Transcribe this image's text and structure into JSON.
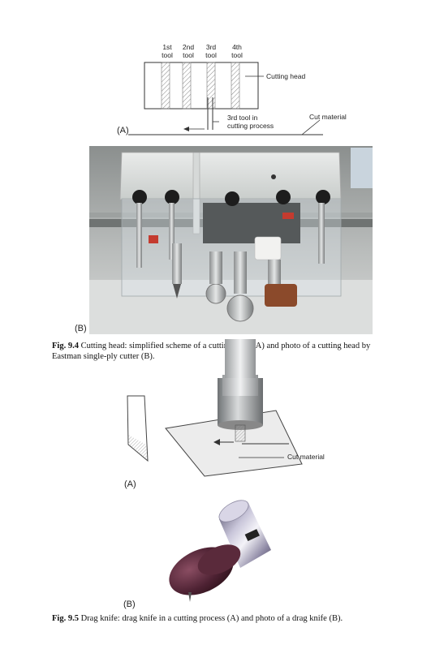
{
  "figure_9_4": {
    "diagram": {
      "tools": [
        {
          "line1": "1st",
          "line2": "tool"
        },
        {
          "line1": "2nd",
          "line2": "tool"
        },
        {
          "line1": "3rd",
          "line2": "tool"
        },
        {
          "line1": "4th",
          "line2": "tool"
        }
      ],
      "cutting_head_label": "Cutting head",
      "tool_in_process_line1": "3rd tool in",
      "tool_in_process_line2": "cutting process",
      "cut_material_label": "Cut material",
      "panel_label": "(A)"
    },
    "photo_panel_label": "(B)",
    "caption": {
      "number": "Fig. 9.4",
      "text": "Cutting head: simplified scheme of a cutting head (A) and photo of a cutting head by Eastman single-ply cutter (B)."
    }
  },
  "figure_9_5": {
    "cut_material_label": "Cut material",
    "panel_a_label": "(A)",
    "panel_b_label": "(B)",
    "caption": {
      "number": "Fig. 9.5",
      "text": "Drag knife: drag knife in a cutting process (A) and photo of a drag knife (B)."
    }
  }
}
